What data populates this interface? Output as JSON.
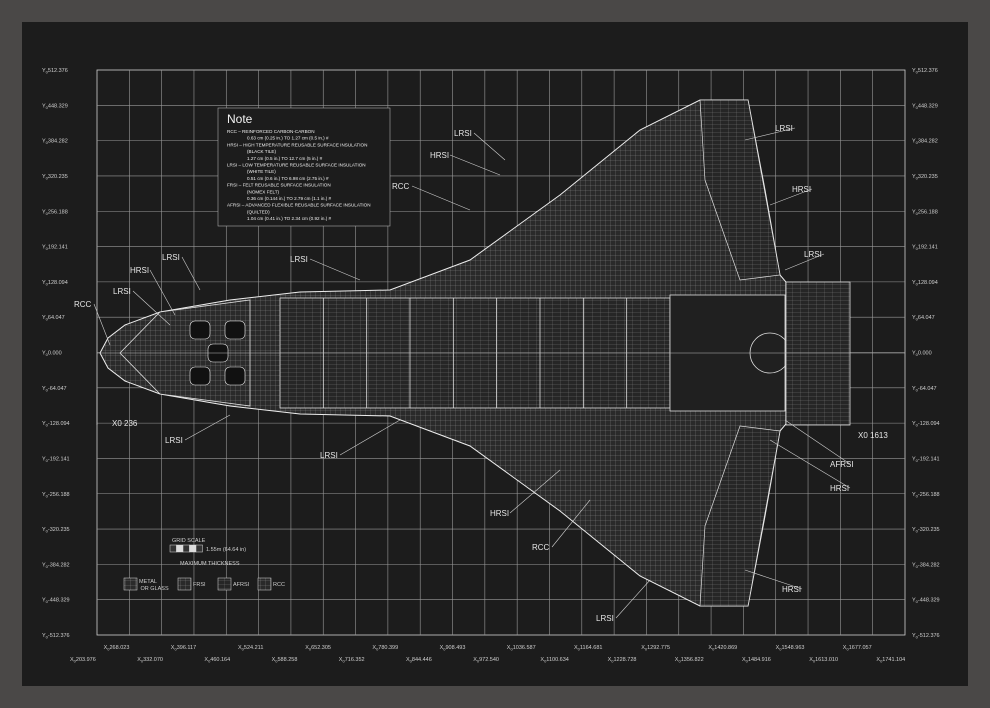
{
  "note": {
    "title": "Note",
    "lines": [
      "RCC  –  REINFORCED CARBON-CARBON",
      "0.63 cm (0.25 in.) TO 1.27 cm (0.5 in.) #",
      "HRSI  –  HIGH TEMPERATURE REUSABLE SURFACE INSULATION",
      "(BLACK TILE)",
      "1.27 cm (0.5 in.) TO 12.7 cm (5 in.) #",
      "LRSI  –  LOW TEMPERATURE REUSABLE SURFACE INSULATION",
      "(WHITE TILE)",
      "0.51 cm (0.6 in.) TO 6.98 cm (2.75 in.) #",
      "FRSI  –  FELT REUSABLE SURFACE INSULATION",
      "(NOMEX FELT)",
      "0.36 cm (0.144 in.) TO 2.79 cm (1.1 in.) #",
      "AFRSI  –  ADVANCED FLEXIBLE REUSABLE SURFACE INSULATION",
      "(QUILTED)",
      "1.04 cm (0.41 in.) TO 2.34 cm (0.92 in.) #"
    ]
  },
  "y_axis": [
    "512.376",
    "448.329",
    "384.282",
    "320.235",
    "256.188",
    "192.141",
    "128.094",
    "64.047",
    "0.000",
    "-64.047",
    "-128.094",
    "-192.141",
    "-256.188",
    "-320.235",
    "-384.282",
    "-448.329",
    "-512.376"
  ],
  "x_axis": [
    "203.976",
    "268.023",
    "332.070",
    "396.117",
    "460.164",
    "524.211",
    "588.258",
    "652.305",
    "716.352",
    "780.399",
    "844.446",
    "908.493",
    "972.540",
    "1036.587",
    "1100.634",
    "1164.681",
    "1228.728",
    "1292.775",
    "1356.822",
    "1420.869",
    "1484.916",
    "1548.963",
    "1613.010",
    "1677.057",
    "1741.104"
  ],
  "axis_prefix_y": "Y",
  "axis_prefix_x": "X",
  "axis_sub": "0",
  "stations": [
    "X0 236",
    "X0 1613"
  ],
  "callouts": [
    "LRSI",
    "HRSI",
    "LRSI",
    "RCC",
    "HRSI",
    "LRSI",
    "LRSI",
    "LRSI",
    "HRSI",
    "LRSI",
    "RCC",
    "LRSI",
    "LRSI",
    "AFRSI",
    "HRSI",
    "HRSI",
    "RCC",
    "HRSI",
    "LRSI"
  ],
  "legend": {
    "grid_scale": "GRID SCALE",
    "scale_value": "1.55m (64.64 in)",
    "max_thickness": "MAXIMUM THICKNESS",
    "items": [
      "METAL OR GLASS",
      "FRSI",
      "AFRSI",
      "RCC"
    ]
  },
  "colors": {
    "paper": "#1c1c1c",
    "line": "#d8d8d8",
    "frame": "#4a4847"
  }
}
